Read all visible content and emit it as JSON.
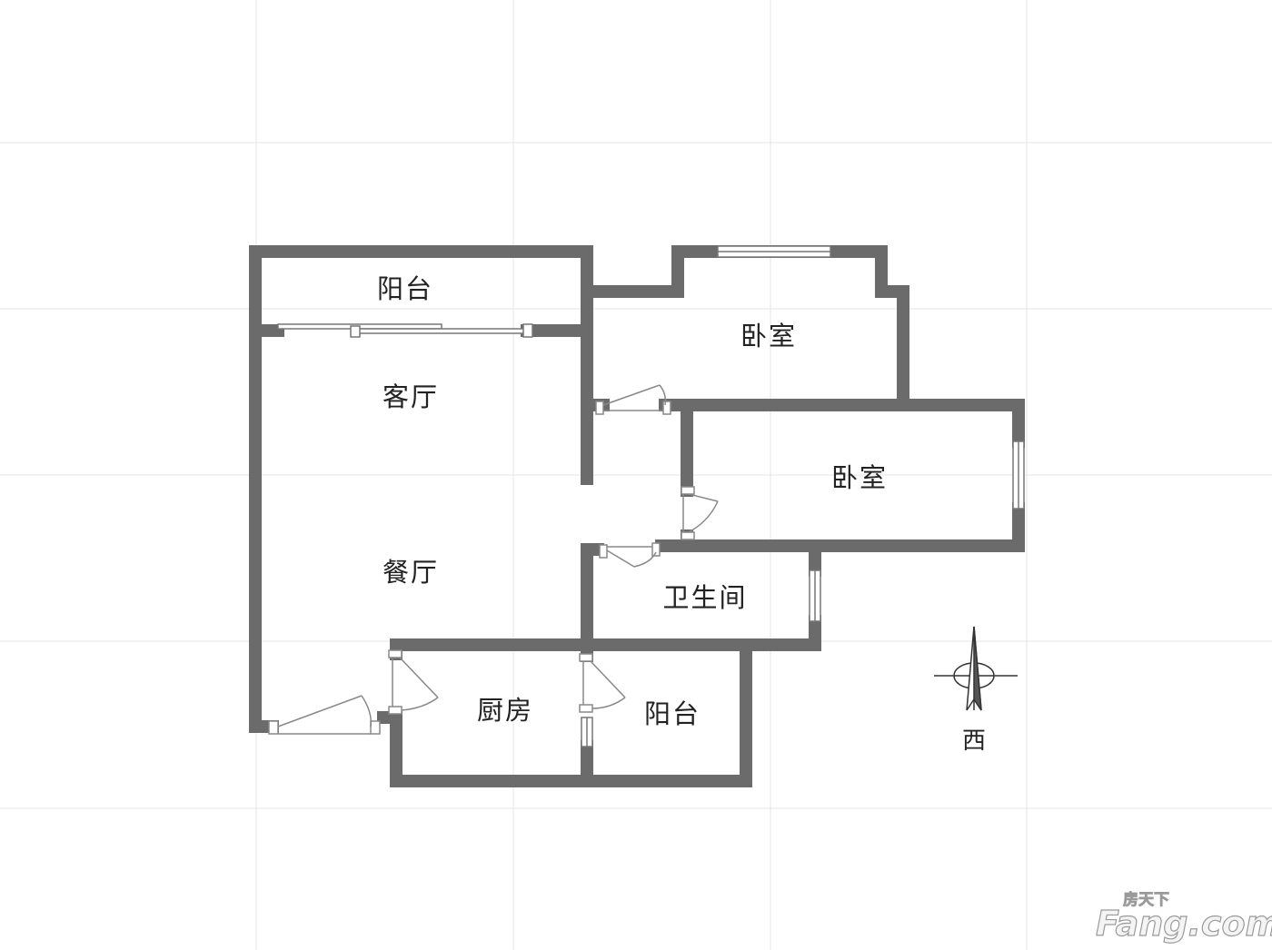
{
  "rooms": {
    "balcony_top": "阳台",
    "bedroom_upper": "卧室",
    "living_room": "客厅",
    "bedroom_right": "卧室",
    "dining_room": "餐厅",
    "bathroom": "卫生间",
    "kitchen": "厨房",
    "balcony_bottom": "阳台"
  },
  "compass": {
    "direction_label": "西"
  },
  "watermark": {
    "brand_top": "房天下",
    "brand_main": "Fang.com"
  },
  "colors": {
    "wall": "#6b6b6b",
    "grid": "#e6e6e6",
    "door": "#888888",
    "label": "#222222"
  }
}
